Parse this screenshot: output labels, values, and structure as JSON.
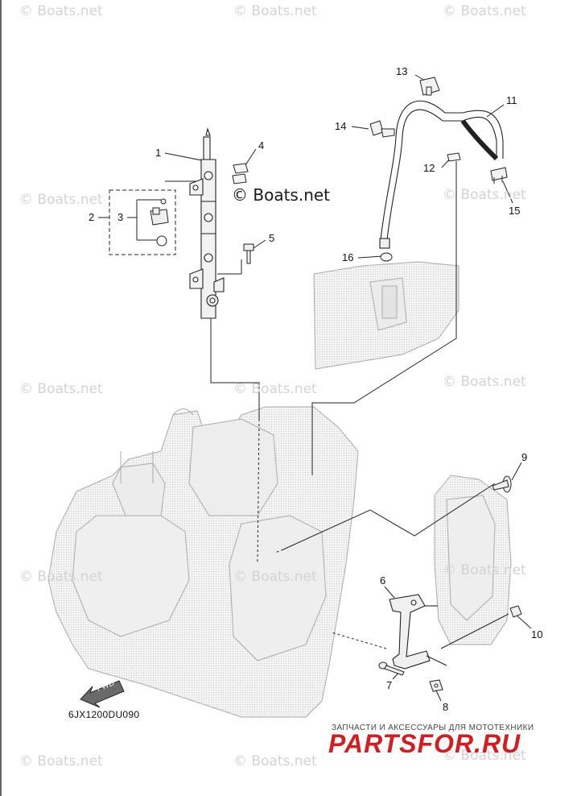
{
  "watermarks": {
    "light": "© Boats.net",
    "dark": "© Boats.net"
  },
  "diagram": {
    "part_code": "6JX1200DU090",
    "direction_label": "FWD",
    "callouts": [
      "1",
      "2",
      "3",
      "4",
      "5",
      "6",
      "7",
      "8",
      "9",
      "10",
      "11",
      "12",
      "13",
      "14",
      "15",
      "16"
    ]
  },
  "promo": {
    "tagline": "ЗАПЧАСТИ И АКСЕССУАРЫ ДЛЯ МОТОТЕХНИКИ",
    "brand": "PARTSFOR.RU"
  },
  "colors": {
    "line": "#222222",
    "engine": "#b8b8b8",
    "watermark": "#d3d3d3",
    "brand": "#d21e1e"
  }
}
